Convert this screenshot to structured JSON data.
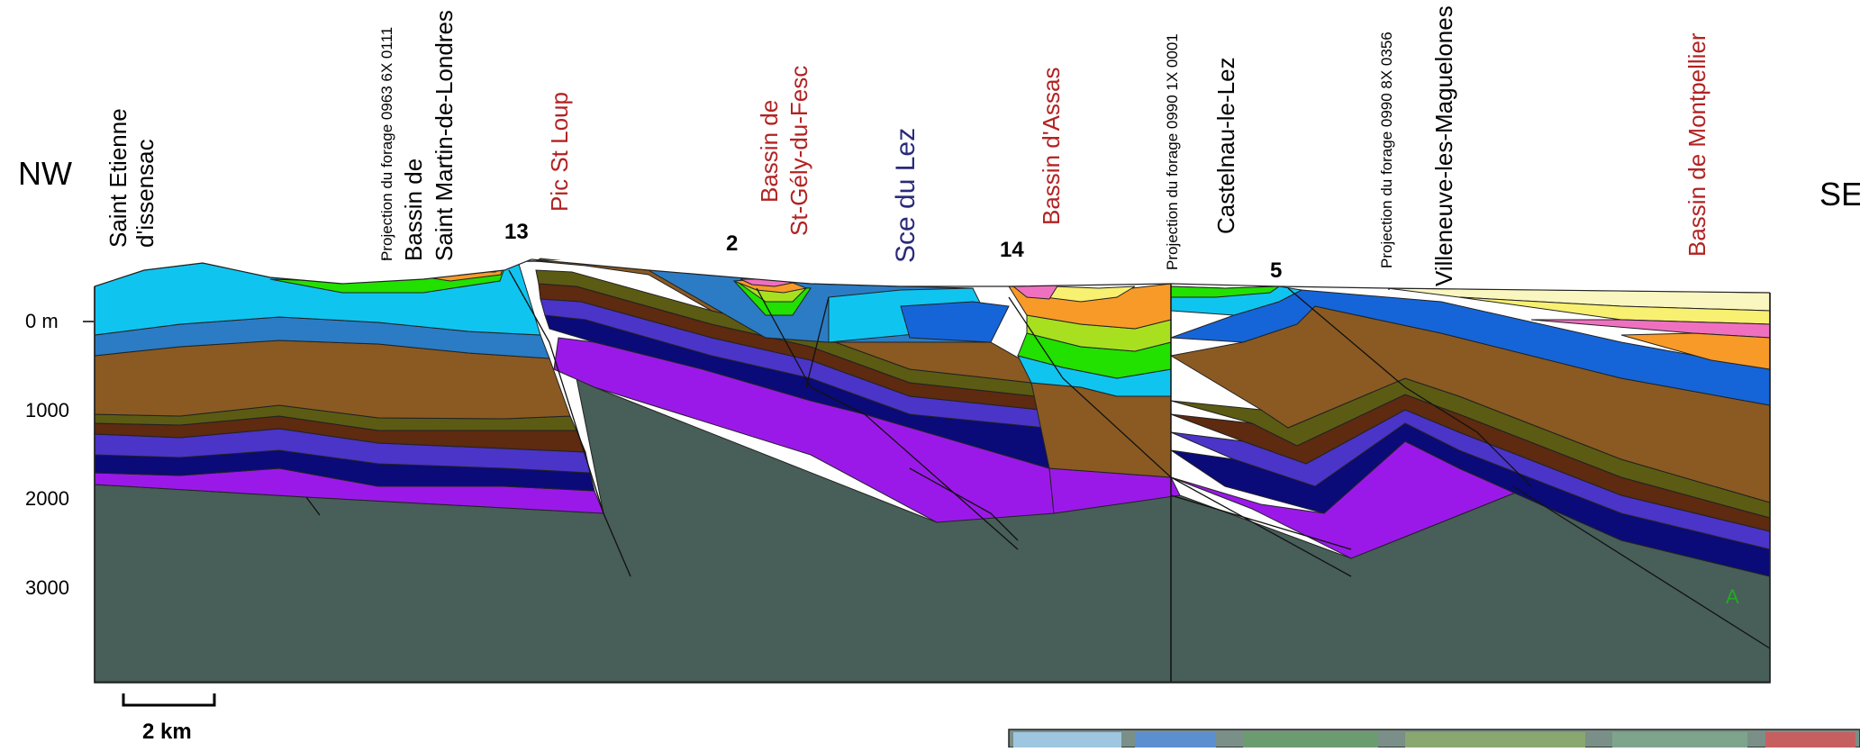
{
  "orientation": {
    "left": "NW",
    "right": "SE"
  },
  "depth_axis": {
    "ticks": [
      "0 m",
      "1000",
      "2000",
      "3000"
    ]
  },
  "scale_bar": {
    "label": "2 km"
  },
  "localities": [
    {
      "text": "Saint Etienne",
      "color": "#000000"
    },
    {
      "text": "d'issensac",
      "color": "#000000"
    },
    {
      "text": "Projection du forage  0963 6X 0111",
      "color": "#000000"
    },
    {
      "text": "Bassin de",
      "color": "#000000"
    },
    {
      "text": "Saint Martin-de-Londres",
      "color": "#000000"
    },
    {
      "text": "Pic St Loup",
      "color": "#b22222"
    },
    {
      "text": "Bassin de",
      "color": "#b22222"
    },
    {
      "text": "St-Gély-du-Fesc",
      "color": "#b22222"
    },
    {
      "text": "Sce du Lez",
      "color": "#2a2a7a"
    },
    {
      "text": "Bassin d'Assas",
      "color": "#b22222"
    },
    {
      "text": "Projection du forage  0990 1X 0001",
      "color": "#000000"
    },
    {
      "text": "Castelnau-le-Lez",
      "color": "#000000"
    },
    {
      "text": "Projection du forage 0990 8X 0356",
      "color": "#000000"
    },
    {
      "text": "Villeneuve-les-Maguelones",
      "color": "#000000"
    },
    {
      "text": "Bassin de Montpellier",
      "color": "#b22222"
    }
  ],
  "fault_numbers": [
    "13",
    "2",
    "14",
    "5"
  ],
  "annotation_A": "A",
  "layer_colors": {
    "basement": "#485e58",
    "triassic": "#9b19e8",
    "navy": "#0a0a78",
    "violet": "#4b34c8",
    "maroon": "#5e2a10",
    "olive": "#5b5b14",
    "brown": "#8a5a22",
    "steel": "#2b7cc4",
    "cyan": "#10c4f0",
    "blue": "#1565d8",
    "green": "#22e000",
    "lightgreen": "#a8e020",
    "orange": "#f79a28",
    "yellow": "#f8f070",
    "paleyellow": "#faf6c0",
    "pink": "#f070c0",
    "labelA": "#22aa22"
  }
}
